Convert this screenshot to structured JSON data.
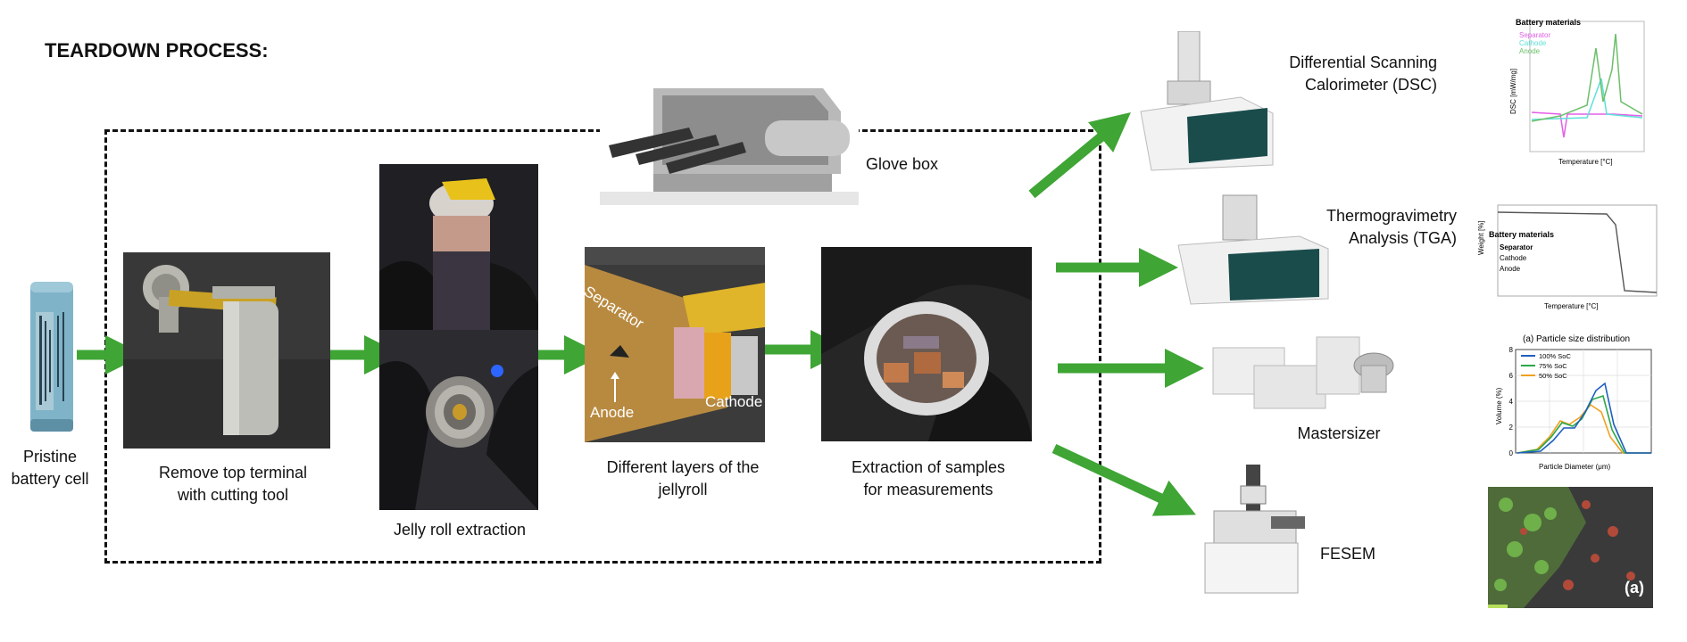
{
  "title": "TEARDOWN PROCESS:",
  "steps": {
    "pristine": "Pristine\nbattery cell",
    "remove_terminal": "Remove top terminal\nwith cutting tool",
    "jelly_roll": "Jelly roll extraction",
    "layers": "Different  layers of the\njellyroll",
    "extraction": "Extraction of samples\nfor measurements",
    "glove_box": "Glove box"
  },
  "layer_labels": {
    "separator": "Separator",
    "anode": "Anode",
    "cathode": "Cathode"
  },
  "instruments": {
    "dsc": "Differential Scanning\nCalorimeter (DSC)",
    "tga": "Thermogravimetry\nAnalysis (TGA)",
    "mastersizer": "Mastersizer",
    "fesem": "FESEM"
  },
  "dsc_chart": {
    "legend_title": "Battery materials",
    "legend": [
      "Separator",
      "Cathode",
      "Anode"
    ],
    "ylabel": "DSC [mW/mg]",
    "xlabel": "Temperature [°C]",
    "colors": {
      "separator": "#e55ee8",
      "cathode": "#5fe0d8",
      "anode": "#6cbf6a"
    }
  },
  "tga_chart": {
    "legend_title": "Battery materials",
    "legend": [
      "Separator",
      "Cathode",
      "Anode"
    ],
    "ylabel": "Weight [%]",
    "xlabel": "Temperature [°C]"
  },
  "psd_chart": {
    "title": "(a) Particle size distribution",
    "legend": [
      "100% SoC",
      "75% SoC",
      "50% SoC"
    ],
    "ylabel": "Volume (%)",
    "xlabel": "Particle Diameter (μm)",
    "y_ticks": [
      "0",
      "2",
      "4",
      "6",
      "8"
    ],
    "colors": {
      "s100": "#1f5fbf",
      "s75": "#2aa84a",
      "s50": "#f0a020"
    }
  },
  "sem_label": "(a)",
  "colors": {
    "arrow": "#3fa535",
    "dashed_box": "#111111"
  }
}
